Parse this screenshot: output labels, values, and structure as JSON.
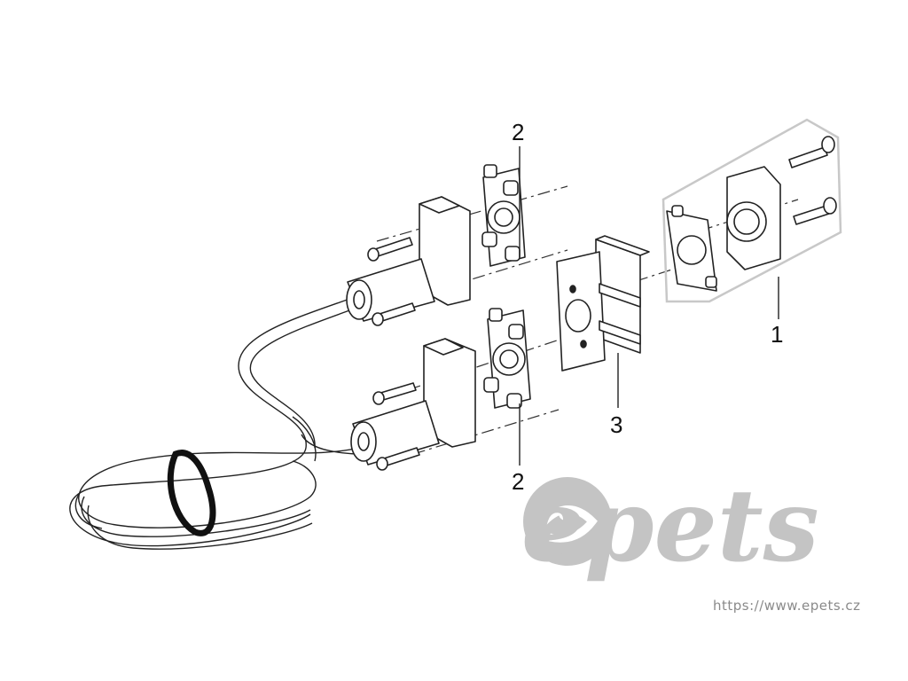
{
  "callouts": {
    "upper_gasket": "2",
    "lower_gasket": "2",
    "coupling_block": "3",
    "wall_adapter": "1"
  },
  "watermark": {
    "logo_text": "epets",
    "url": "https://www.epets.cz"
  },
  "colors": {
    "line": "#222222",
    "watermark": "#c4c4c4",
    "url_text": "#8a8a8a",
    "frame": "#c8c8c8"
  }
}
